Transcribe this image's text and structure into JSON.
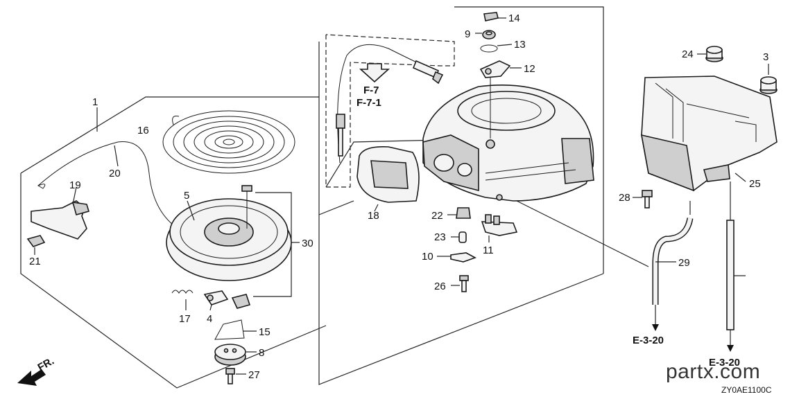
{
  "callouts": [
    "1",
    "16",
    "20",
    "19",
    "21",
    "5",
    "30",
    "17",
    "4",
    "15",
    "8",
    "27",
    "18",
    "14",
    "9",
    "13",
    "12",
    "22",
    "23",
    "11",
    "10",
    "26",
    "24",
    "3",
    "25",
    "28",
    "29"
  ],
  "refs": {
    "f7": "F-7",
    "f71": "F-7-1",
    "e320_left": "E-3-20",
    "e320_right": "E-3-20",
    "front": "FR."
  },
  "watermark": "partx.com",
  "diagram_code": "ZY0AE1100C"
}
